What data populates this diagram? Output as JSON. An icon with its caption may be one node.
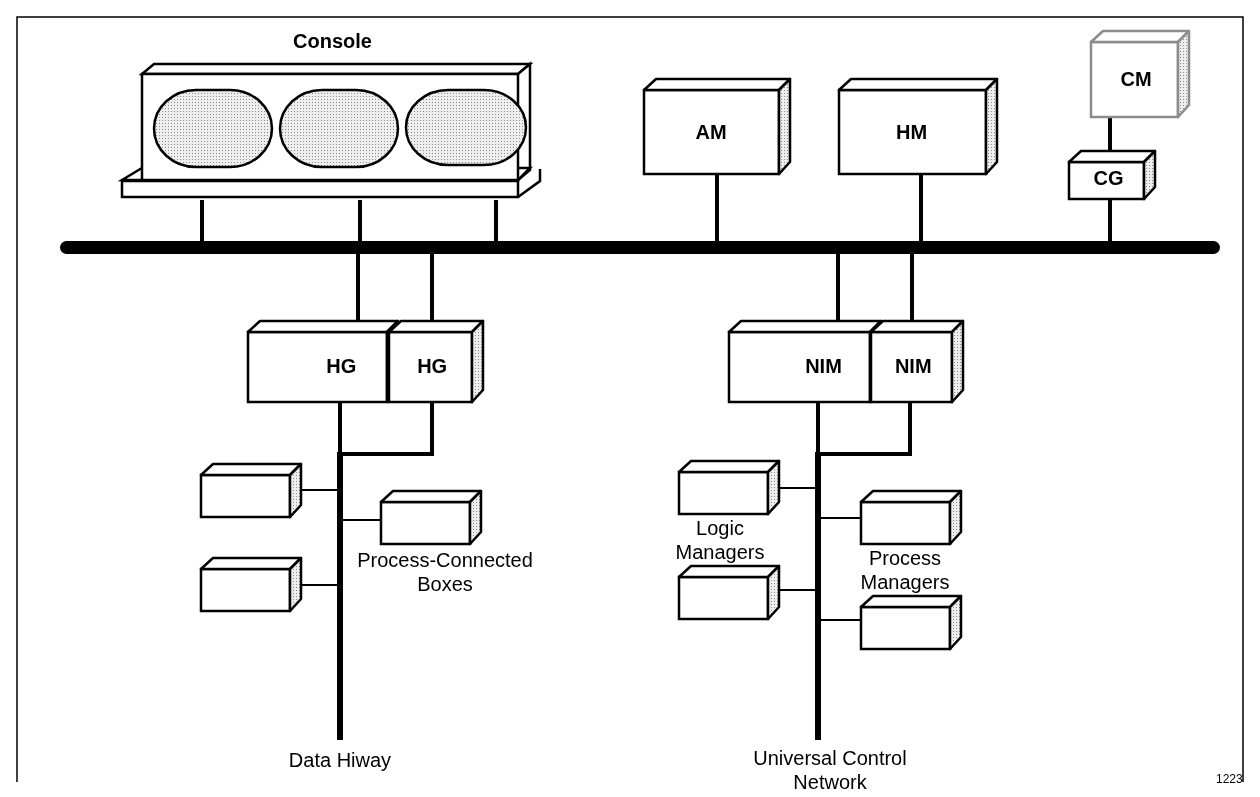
{
  "diagram": {
    "nodes": [
      {
        "text": [
          "Console"
        ]
      },
      {
        "text": [
          "AM"
        ]
      },
      {
        "text": [
          "HM"
        ]
      },
      {
        "text": [
          "CM"
        ]
      },
      {
        "text": [
          "CG"
        ]
      },
      {
        "text": [],
        "shape": "bar"
      },
      {
        "text": [
          "HG"
        ]
      },
      {
        "text": [
          "HG"
        ]
      },
      {
        "text": [
          "NIM"
        ]
      },
      {
        "text": [
          "NIM"
        ]
      },
      {
        "text": [],
        "shape": "bar",
        "beside": [
          "Data Hiway"
        ]
      },
      {
        "text": [],
        "shape": "box"
      },
      {
        "text": [],
        "shape": "box"
      },
      {
        "text": [],
        "shape": "box"
      },
      {
        "text": [],
        "shape": "bar",
        "beside": [
          "Universal Control Network"
        ]
      },
      {
        "text": [],
        "shape": "box"
      },
      {
        "text": [],
        "shape": "box"
      },
      {
        "text": [],
        "shape": "box"
      },
      {
        "text": [],
        "shape": "box"
      }
    ],
    "edges": [
      {
        "from": 0,
        "to": 5,
        "arrow": "none"
      },
      {
        "from": 0,
        "to": 5,
        "arrow": "none"
      },
      {
        "from": 0,
        "to": 5,
        "arrow": "none"
      },
      {
        "from": 1,
        "to": 5,
        "arrow": "none"
      },
      {
        "from": 2,
        "to": 5,
        "arrow": "none"
      },
      {
        "from": 3,
        "to": 4,
        "arrow": "none"
      },
      {
        "from": 4,
        "to": 5,
        "arrow": "none"
      },
      {
        "from": 5,
        "to": 6,
        "arrow": "none"
      },
      {
        "from": 5,
        "to": 7,
        "arrow": "none"
      },
      {
        "from": 5,
        "to": 8,
        "arrow": "none"
      },
      {
        "from": 5,
        "to": 9,
        "arrow": "none"
      },
      {
        "from": 6,
        "to": 10,
        "arrow": "none"
      },
      {
        "from": 7,
        "to": 10,
        "arrow": "none"
      },
      {
        "from": 8,
        "to": 14,
        "arrow": "none"
      },
      {
        "from": 9,
        "to": 14,
        "arrow": "none"
      },
      {
        "from": 10,
        "to": 11,
        "arrow": "none"
      },
      {
        "from": 10,
        "to": 12,
        "arrow": "none"
      },
      {
        "from": 10,
        "to": 13,
        "arrow": "none"
      },
      {
        "from": 14,
        "to": 15,
        "arrow": "none"
      },
      {
        "from": 14,
        "to": 16,
        "arrow": "none"
      },
      {
        "from": 14,
        "to": 17,
        "arrow": "none"
      },
      {
        "from": 14,
        "to": 18,
        "arrow": "none"
      }
    ],
    "labels": [
      "Process-Connected Boxes",
      "Logic Managers",
      "Process Managers",
      "1223"
    ]
  }
}
